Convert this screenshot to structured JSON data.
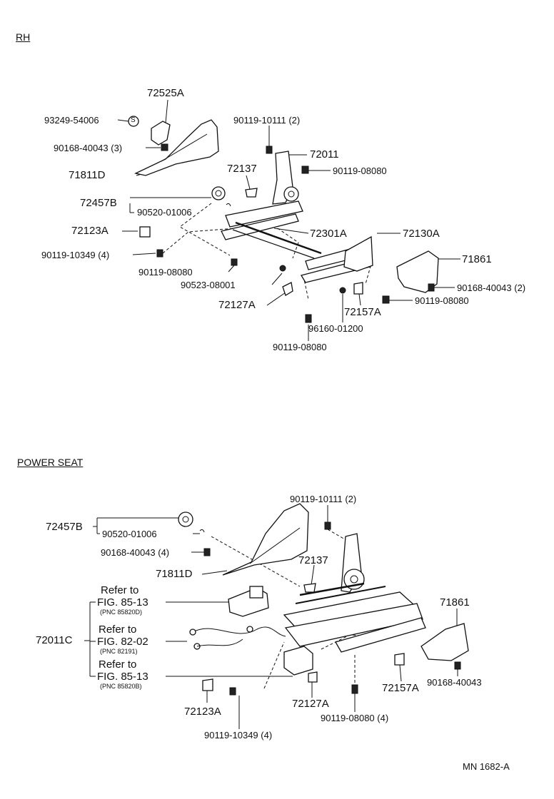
{
  "sections": {
    "rh": "RH",
    "power_seat": "POWER SEAT"
  },
  "rh_labels": {
    "p72525A": "72525A",
    "p93249": "93249-54006",
    "p90168_3": "90168-40043 (3)",
    "p71811D": "71811D",
    "p72457B": "72457B",
    "p90520": "90520-01006",
    "p72123A": "72123A",
    "p90119_10349": "90119-10349 (4)",
    "p90119_08080_a": "90119-08080",
    "p90523": "90523-08001",
    "p72127A": "72127A",
    "p90119_10111": "90119-10111 (2)",
    "p72011": "72011",
    "p72137": "72137",
    "p90119_08080_b": "90119-08080",
    "p72301A": "72301A",
    "p72130A": "72130A",
    "p71861": "71861",
    "p90168_2": "90168-40043 (2)",
    "p90119_08080_c": "90119-08080",
    "p72157A": "72157A",
    "p96160": "96160-01200",
    "p90119_08080_d": "90119-08080"
  },
  "ps_labels": {
    "p90119_10111": "90119-10111 (2)",
    "p72457B": "72457B",
    "p90520": "90520-01006",
    "p90168_4": "90168-40043 (4)",
    "p72137": "72137",
    "p71811D": "71811D",
    "ref1_a": "Refer to",
    "ref1_b": "FIG. 85-13",
    "ref1_c": "(PNC 85820D)",
    "ref2_a": "Refer to",
    "ref2_b": "FIG. 82-02",
    "ref2_c": "(PNC 82191)",
    "ref3_a": "Refer to",
    "ref3_b": "FIG. 85-13",
    "ref3_c": "(PNC 85820B)",
    "p72011C": "72011C",
    "p71861": "71861",
    "p72157A": "72157A",
    "p90168": "90168-40043",
    "p72123A": "72123A",
    "p72127A": "72127A",
    "p90119_08080_4": "90119-08080 (4)",
    "p90119_10349": "90119-10349 (4)"
  },
  "footer": {
    "code": "MN 1682-A"
  },
  "symbols": {
    "snap_ring": "S"
  }
}
